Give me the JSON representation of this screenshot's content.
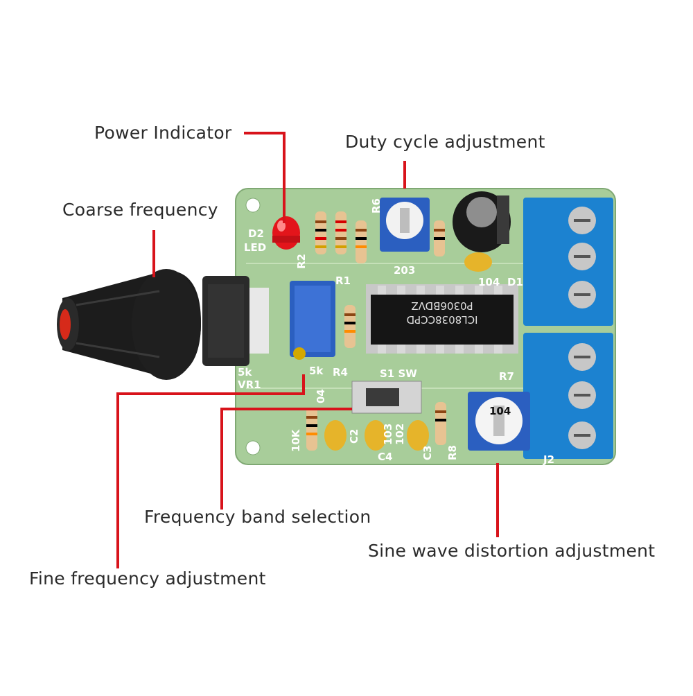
{
  "callouts": {
    "power_indicator": "Power Indicator",
    "duty_cycle": "Duty cycle adjustment",
    "coarse_frequency": "Coarse frequency",
    "frequency_band": "Frequency band selection",
    "sine_distortion": "Sine wave distortion adjustment",
    "fine_frequency": "Fine frequency adjustment"
  },
  "board_labels": {
    "d2": "D2",
    "led": "LED",
    "r2": "R2",
    "r6": "R6",
    "r1": "R1",
    "r4": "R4",
    "r7": "R7",
    "r8": "R8",
    "vr1": "VR1",
    "vr1_value": "5k",
    "trimmer_value": "5k",
    "d1": "D1",
    "s1": "S1 SW",
    "code_203": "203",
    "code_104_top": "104",
    "code_104_trim": "104",
    "code_103": "103",
    "code_102": "102",
    "code_04": "04",
    "c2": "C2",
    "c3": "C3",
    "c4": "C4",
    "res_10k": "10K",
    "j2": "J2",
    "chip_part": "ICL8038CCPD",
    "chip_lot": "P0306BDVZ"
  },
  "colors": {
    "callout_line": "#d8131b",
    "pcb": "#a8cd9a",
    "terminal": "#1c82d0",
    "trimmer_blue": "#2b5fc0",
    "knob": "#1c1c1c"
  },
  "icons": [
    "led-indicator",
    "rotary-knob",
    "trimmer-potentiometer",
    "slide-switch",
    "screw-terminal",
    "ic-chip",
    "electrolytic-capacitor"
  ]
}
